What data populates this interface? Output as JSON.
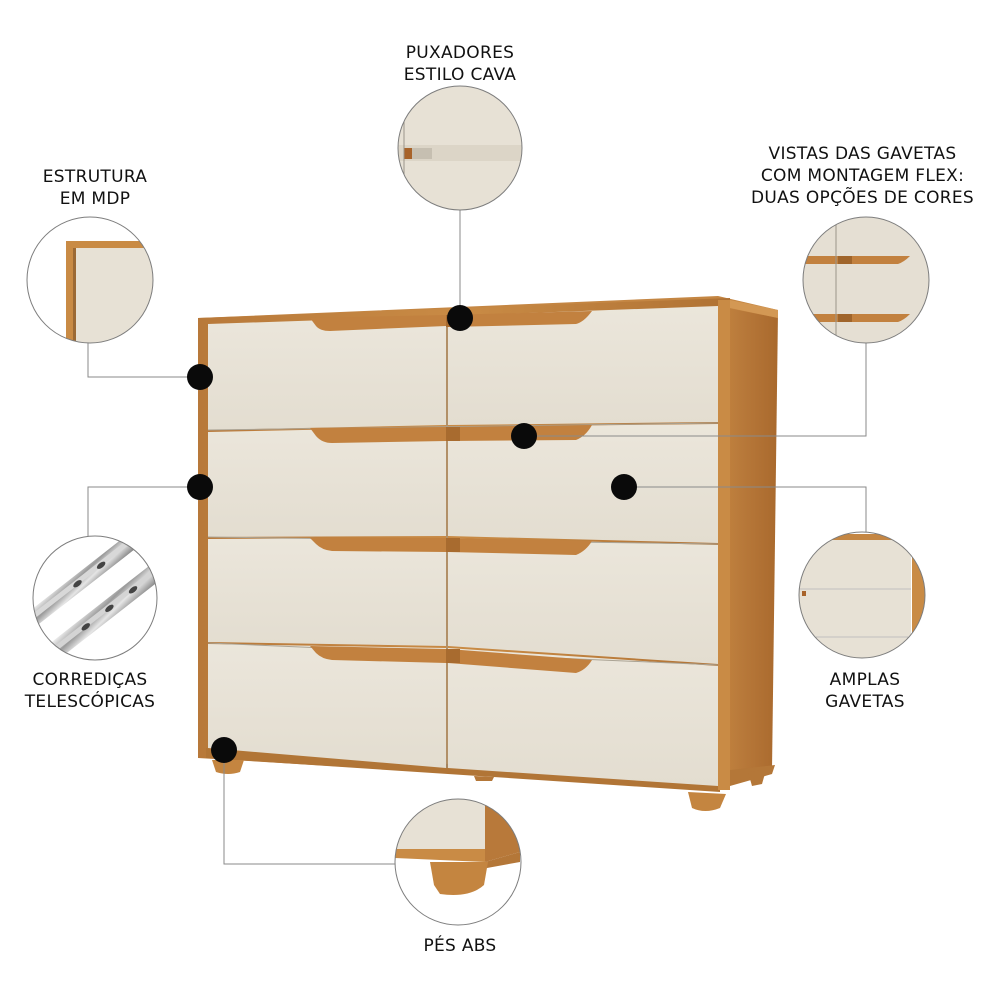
{
  "colors": {
    "background": "#ffffff",
    "wood": "#c98b45",
    "wood_dark": "#a86b2f",
    "wood_side": "#b87a3a",
    "panel": "#e8e2d6",
    "panel_shadow": "#d9d2c4",
    "marker": "#0a0a0a",
    "connector": "#8a8a8a",
    "text": "#111111"
  },
  "product": {
    "name": "dresser",
    "columns": 2,
    "rows": 4,
    "drawer_count": 8
  },
  "callouts": [
    {
      "id": "puxadores",
      "lines": [
        "PUXADORES",
        "ESTILO CAVA"
      ],
      "icon": "handle-detail-zoom"
    },
    {
      "id": "estrutura",
      "lines": [
        "ESTRUTURA",
        "EM MDP"
      ],
      "icon": "mdp-edge-detail-zoom"
    },
    {
      "id": "vistas",
      "lines": [
        "VISTAS DAS GAVETAS",
        "COM MONTAGEM FLEX:",
        "DUAS OPÇÕES DE CORES"
      ],
      "icon": "drawer-front-detail-zoom"
    },
    {
      "id": "corredicas",
      "lines": [
        "CORREDIÇAS",
        "TELESCÓPICAS"
      ],
      "icon": "telescopic-slide-zoom"
    },
    {
      "id": "amplas",
      "lines": [
        "AMPLAS",
        "GAVETAS"
      ],
      "icon": "wide-drawers-zoom"
    },
    {
      "id": "pes",
      "lines": [
        "PÉS ABS"
      ],
      "icon": "abs-foot-zoom"
    }
  ]
}
